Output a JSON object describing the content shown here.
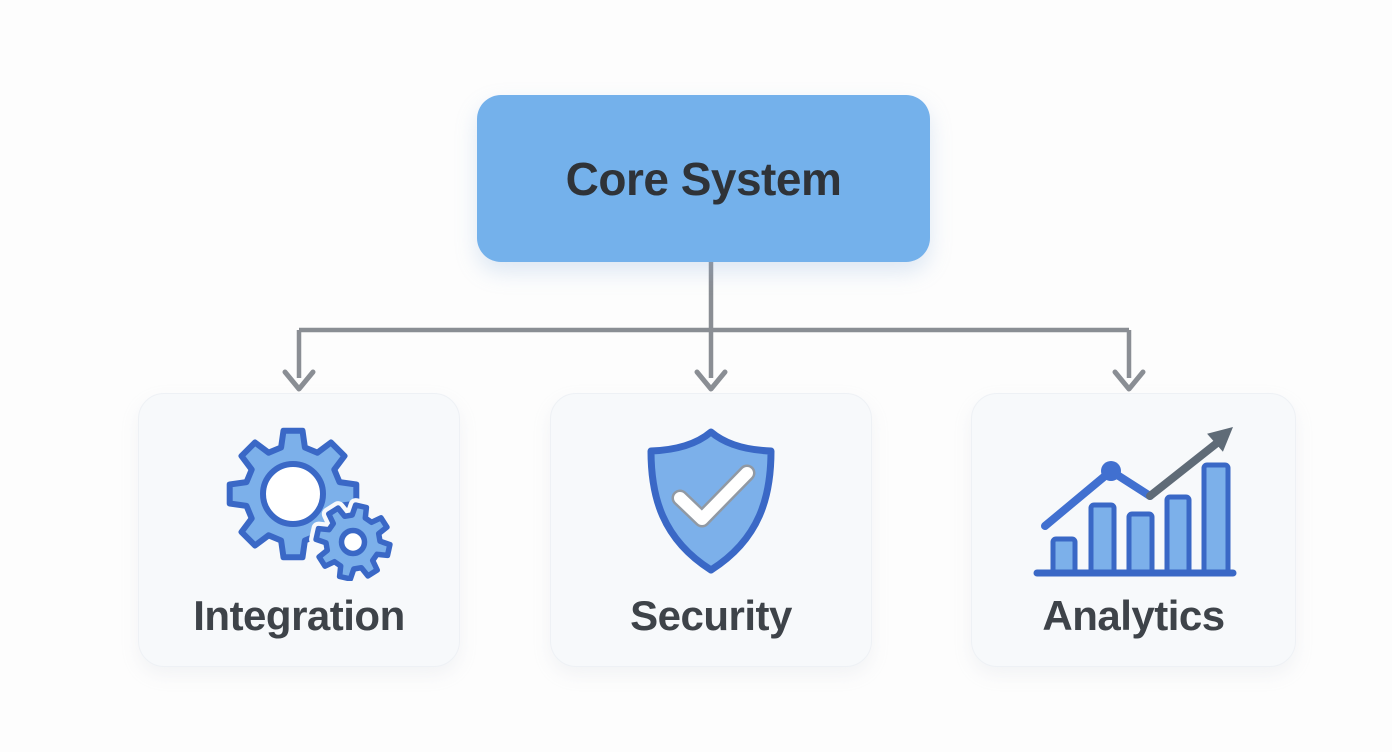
{
  "diagram": {
    "root": {
      "label": "Core System"
    },
    "children": [
      {
        "label": "Integration",
        "icon": "gears-icon"
      },
      {
        "label": "Security",
        "icon": "shield-check-icon"
      },
      {
        "label": "Analytics",
        "icon": "growth-chart-icon"
      }
    ],
    "colors": {
      "root_fill": "#74B1EB",
      "root_text": "#2F3338",
      "connector": "#8A8E94",
      "node_fill": "#F7F9FB",
      "node_label": "#3E4349",
      "icon_blue_fill": "#7CB0EA",
      "icon_blue_stroke": "#3A68C6",
      "icon_line_blue": "#4170D0",
      "icon_gray": "#5F6B77"
    }
  }
}
